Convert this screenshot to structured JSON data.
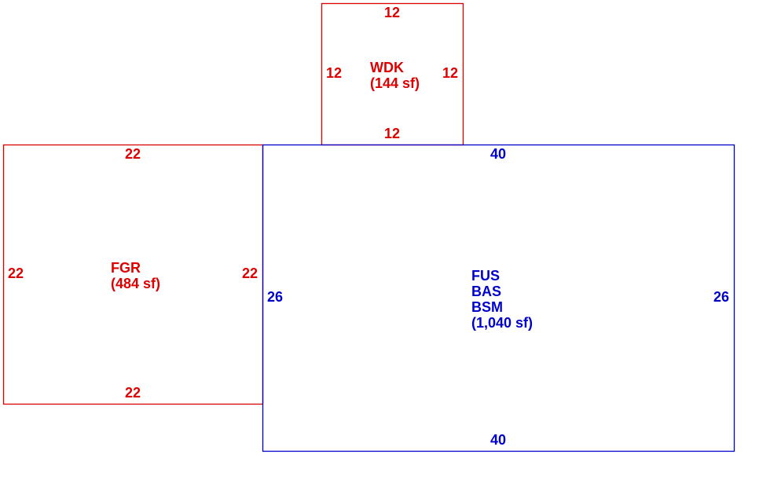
{
  "colors": {
    "wdk": "#dd0000",
    "fgr": "#dd0000",
    "main": "#0000cc"
  },
  "areas": {
    "wdk": {
      "codes": [
        "WDK"
      ],
      "area": "(144 sf)",
      "dims": {
        "top": "12",
        "bottom": "12",
        "left": "12",
        "right": "12"
      }
    },
    "fgr": {
      "codes": [
        "FGR"
      ],
      "area": "(484 sf)",
      "dims": {
        "top": "22",
        "bottom": "22",
        "left": "22",
        "right": "22"
      }
    },
    "main": {
      "codes": [
        "FUS",
        "BAS",
        "BSM"
      ],
      "area": "(1,040 sf)",
      "dims": {
        "top": "40",
        "bottom": "40",
        "left": "26",
        "right": "26"
      }
    }
  }
}
